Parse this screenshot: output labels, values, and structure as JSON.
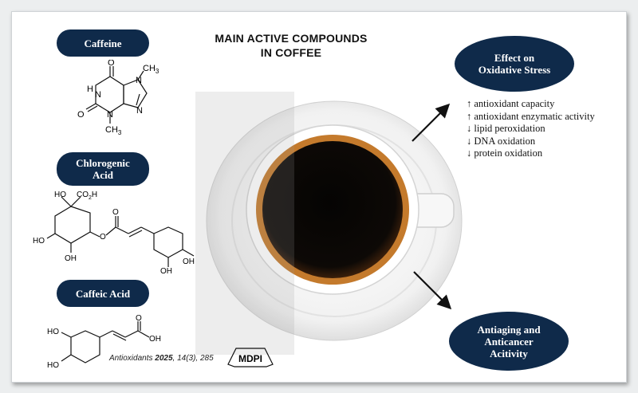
{
  "title": {
    "line1": "MAIN ACTIVE COMPOUNDS",
    "line2": "IN COFFEE"
  },
  "compounds": [
    {
      "label": "Caffeine"
    },
    {
      "label_line1": "Chlorogenic",
      "label_line2": "Acid"
    },
    {
      "label": "Caffeic Acid"
    }
  ],
  "structures": {
    "caffeine": {
      "o": "O",
      "nh": "N",
      "h": "H",
      "n": "N",
      "ch3": "CH",
      "sub3": "3"
    },
    "chlorogenic": {
      "ho_top": "HO",
      "co2h": "CO",
      "sub2": "2",
      "h": "H",
      "o": "O",
      "ho": "HO",
      "oh": "OH"
    },
    "caffeic": {
      "o": "O",
      "oh": "OH",
      "ho": "HO"
    }
  },
  "effect_bubble": {
    "line1": "Effect on",
    "line2": "Oxidative Stress"
  },
  "effects": [
    "↑ antioxidant capacity",
    "↑ antioxidant enzymatic activity",
    "↓ lipid peroxidation",
    "↓ DNA oxidation",
    "↓ protein oxidation"
  ],
  "antiaging_bubble": {
    "line1": "Antiaging and",
    "line2": "Anticancer",
    "line3": "Acitivity"
  },
  "citation": {
    "journal": "Antioxidants",
    "year": "2025",
    "rest": ", 14(3), 285"
  },
  "publisher": "MDPI",
  "colors": {
    "navy": "#0f2a4a",
    "coffee": "#0a0806",
    "crema": "#c47a2c",
    "cup": "#ffffff"
  }
}
